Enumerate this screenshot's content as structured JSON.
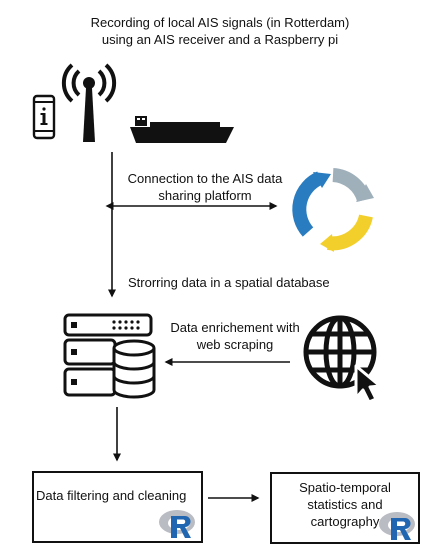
{
  "steps": {
    "recording_line1": "Recording of local AIS signals (in Rotterdam)",
    "recording_line2": "using an AIS receiver and a Raspberry pi",
    "connection_line1": "Connection to the AIS data",
    "connection_line2": "sharing platform",
    "storing": "Strorring data in a spatial database",
    "enrichment_line1": "Data enrichement with",
    "enrichment_line2": "web scraping",
    "filtering": "Data filtering and cleaning",
    "stats_line1": "Spatio-temporal",
    "stats_line2": "statistics and",
    "stats_line3": "cartography"
  },
  "icons": {
    "phone": "smartphone-icon",
    "antenna": "antenna-icon",
    "ship": "cargo-ship-icon",
    "sync": "sync-cycle-icon",
    "server": "database-server-icon",
    "globe": "globe-cursor-icon",
    "r_logo": "r-logo-icon"
  },
  "colors": {
    "ink": "#111111",
    "cycle_blue": "#2a7cc0",
    "cycle_yellow": "#f2cf2a",
    "cycle_grey": "#9fb0bb",
    "r_blue": "#2166b0",
    "r_grey": "#b9bcc3"
  }
}
